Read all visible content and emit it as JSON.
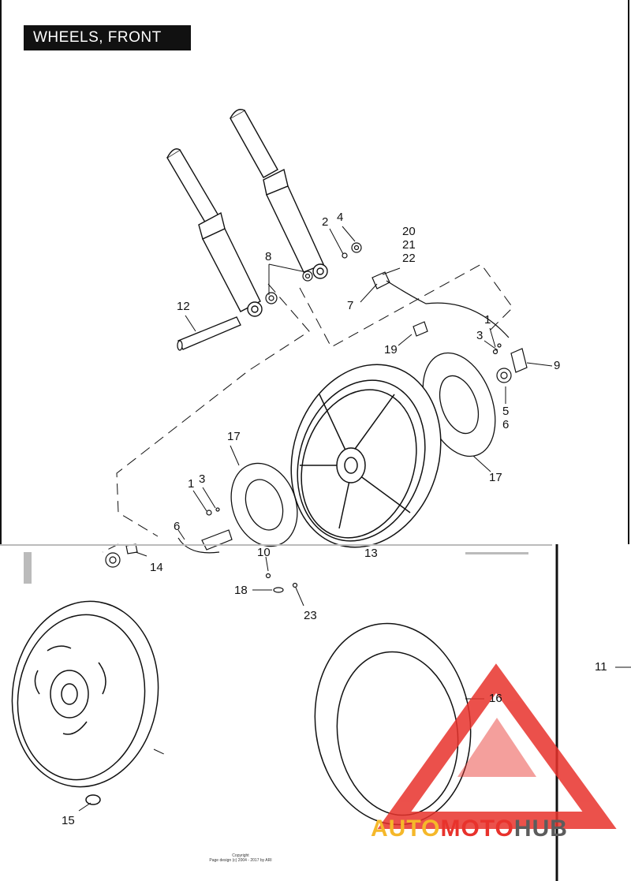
{
  "title": "WHEELS, FRONT",
  "callouts": [
    {
      "id": "c-1a",
      "text": "1"
    },
    {
      "id": "c-3a",
      "text": "3"
    },
    {
      "id": "c-9",
      "text": "9"
    },
    {
      "id": "c-5",
      "text": "5"
    },
    {
      "id": "c-6a",
      "text": "6"
    },
    {
      "id": "c-17a",
      "text": "17"
    },
    {
      "id": "c-2",
      "text": "2"
    },
    {
      "id": "c-4",
      "text": "4"
    },
    {
      "id": "c-20",
      "text": "20"
    },
    {
      "id": "c-21",
      "text": "21"
    },
    {
      "id": "c-22",
      "text": "22"
    },
    {
      "id": "c-8",
      "text": "8"
    },
    {
      "id": "c-7",
      "text": "7"
    },
    {
      "id": "c-12",
      "text": "12"
    },
    {
      "id": "c-19",
      "text": "19"
    },
    {
      "id": "c-17b",
      "text": "17"
    },
    {
      "id": "c-1b",
      "text": "1"
    },
    {
      "id": "c-3b",
      "text": "3"
    },
    {
      "id": "c-6b",
      "text": "6"
    },
    {
      "id": "c-10",
      "text": "10"
    },
    {
      "id": "c-13",
      "text": "13"
    },
    {
      "id": "c-14",
      "text": "14"
    },
    {
      "id": "c-18",
      "text": "18"
    },
    {
      "id": "c-23",
      "text": "23"
    },
    {
      "id": "c-11",
      "text": "11"
    },
    {
      "id": "c-16",
      "text": "16"
    },
    {
      "id": "c-15",
      "text": "15"
    }
  ],
  "copyright": {
    "line1": "Copyright",
    "line2": "Page design (c) 2004 - 2017 by ARI"
  },
  "watermark": {
    "part1": "AUTO",
    "part2": "MOTO",
    "part3": "HUB",
    "colors": {
      "red": "#e8322c",
      "yellow": "#f5b82a",
      "gray": "#5c5c5c"
    }
  }
}
